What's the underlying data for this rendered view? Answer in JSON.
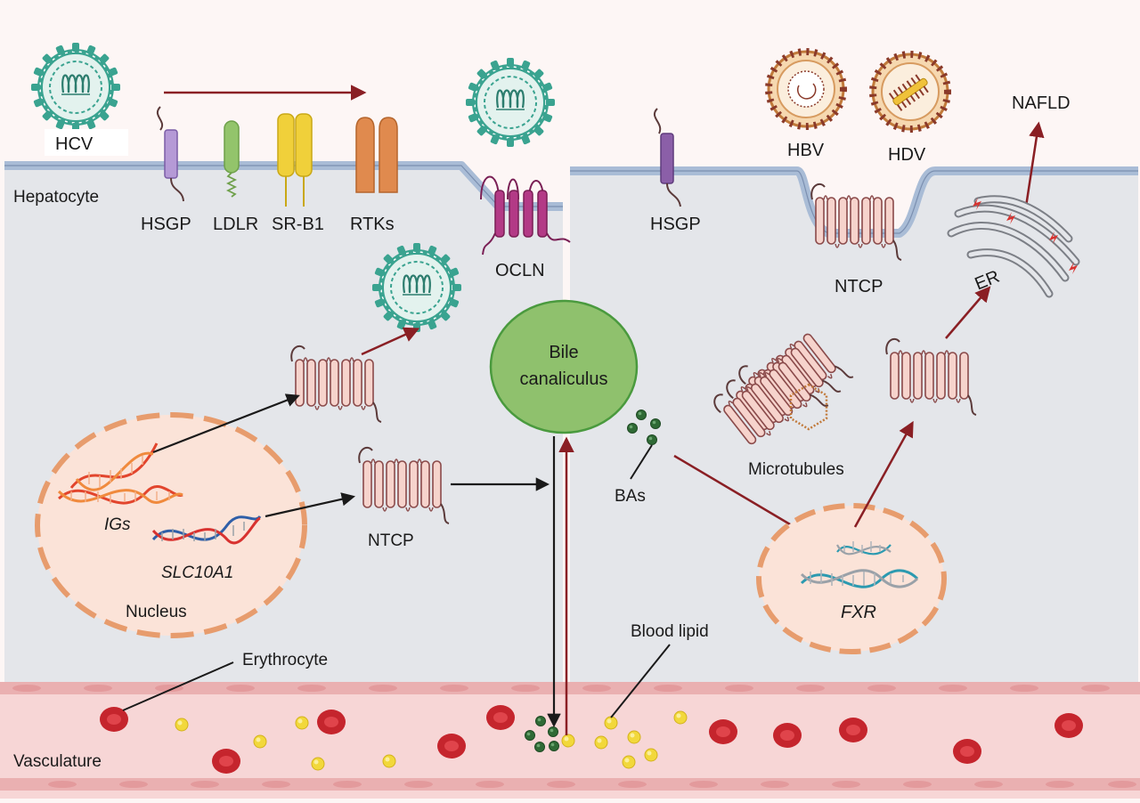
{
  "labels": {
    "hcv": "HCV",
    "hepatocyte": "Hepatocyte",
    "hsgp_left": "HSGP",
    "ldlr": "LDLR",
    "srb1": "SR-B1",
    "rtks": "RTKs",
    "ocln": "OCLN",
    "hsgp_right": "HSGP",
    "hbv": "HBV",
    "hdv": "HDV",
    "ntcp_top": "NTCP",
    "nafld": "NAFLD",
    "er": "ER",
    "bile_line1": "Bile",
    "bile_line2": "canaliculus",
    "microtubules": "Microtubules",
    "bas": "BAs",
    "igs": "IGs",
    "slc10a1": "SLC10A1",
    "ntcp_mid": "NTCP",
    "nucleus": "Nucleus",
    "fxr": "FXR",
    "blood_lipid": "Blood lipid",
    "erythrocyte": "Erythrocyte",
    "vasculature": "Vasculature"
  },
  "colors": {
    "background": "#fdf6f5",
    "cell_fill": "#e4e6ea",
    "membrane": "#a9bcd6",
    "arrow_dark_red": "#8a1f24",
    "arrow_black": "#1a1a1a",
    "nucleus_fill": "#fbe3d8",
    "nucleus_border": "#e79c6d",
    "bile_fill": "#8fc16d",
    "bile_border": "#4a9a3e",
    "virus_teal": "#3aa390",
    "ntcp_pink": "#f6d3cc",
    "vessel_pink": "#f7d6d6",
    "rbc_red": "#c5252d",
    "lipid_yellow": "#f2d83b",
    "ba_green": "#2f6a35"
  }
}
